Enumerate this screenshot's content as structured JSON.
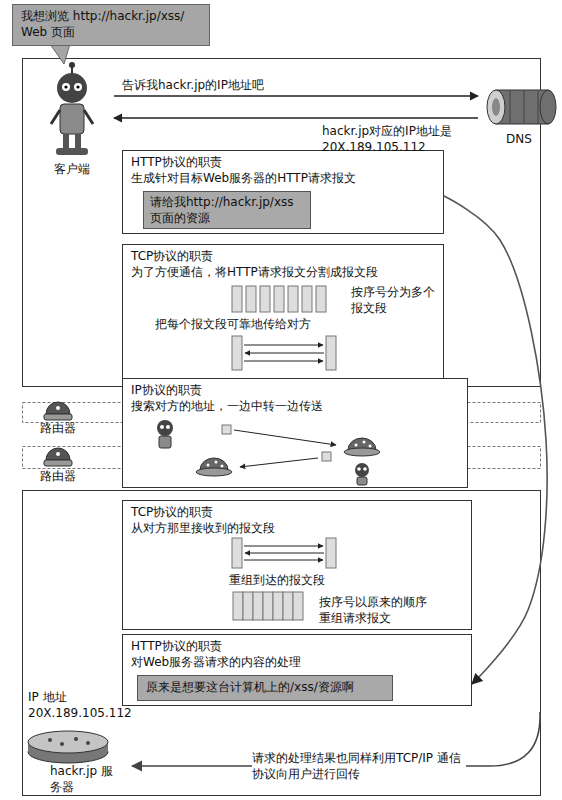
{
  "diagram": {
    "nodes": [
      {
        "text": [
          "我想浏览 http://hackr.jp/xss/ Web 页面"
        ]
      },
      {
        "text": [
          "客户端"
        ]
      },
      {
        "text": [
          "DNS"
        ]
      },
      {
        "text": [
          "HTTP协议的职责",
          "生成针对目标Web服务器的HTTP请求报文"
        ]
      },
      {
        "text": [
          "请给我http://hackr.jp/xss 页面的资源"
        ],
        "in": 3
      },
      {
        "text": [
          "TCP协议的职责",
          "为了方便通信，将HTTP请求报文分割成报文段",
          "按序号分为多个报文段",
          "把每个报文段可靠地传给对方"
        ]
      },
      {
        "text": [
          "IP协议的职责",
          "搜索对方的地址，一边中转一边传送"
        ]
      },
      {
        "text": [
          "TCP协议的职责",
          "从对方那里接收到的报文段",
          "重组到达的报文段",
          "按序号以原来的顺序重组请求报文"
        ]
      },
      {
        "text": [
          "HTTP协议的职责",
          "对Web服务器请求的内容的处理"
        ]
      },
      {
        "text": [
          "原来是想要这台计算机上的/xss/资源啊"
        ],
        "in": 8
      },
      {
        "text": [
          "IP 地址 20X.189.105.112",
          "hackr.jp 服务器"
        ]
      }
    ],
    "edges": [
      {
        "from": 1,
        "to": 2,
        "label": "告诉我hackr.jp的IP地址吧",
        "arrow": "to"
      },
      {
        "from": 2,
        "to": 1,
        "label": "hackr.jp对应的IP地址是 20X.189.105.112",
        "arrow": "to"
      },
      {
        "from": 3,
        "to": 8,
        "arrow": "to"
      }
    ],
    "labels": [
      "路由器",
      "路由器",
      "请求的处理结果也同样利用TCP/IP 通信协议向用户进行回传"
    ]
  }
}
